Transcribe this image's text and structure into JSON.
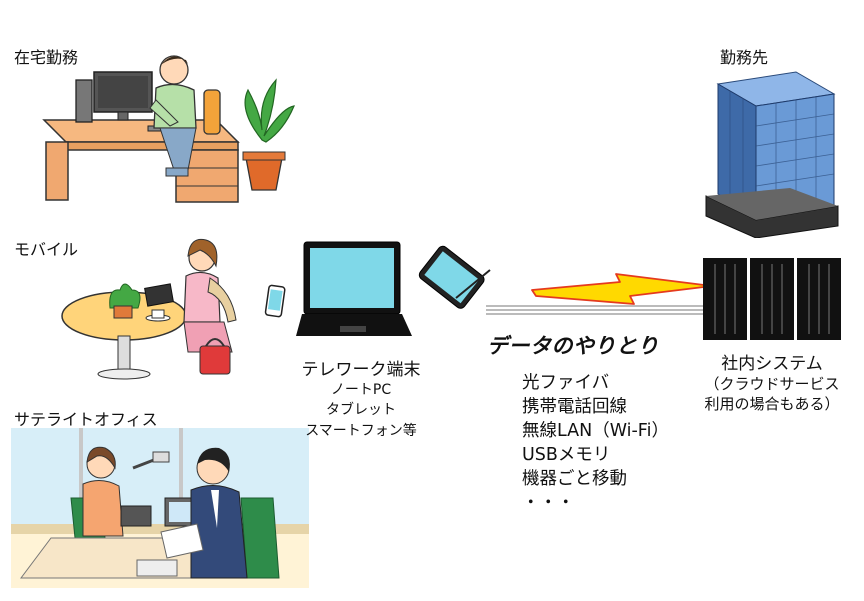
{
  "labels": {
    "home": "在宅勤務",
    "mobile": "モバイル",
    "satellite": "サテライトオフィス",
    "office": "勤務先"
  },
  "terminal": {
    "title": "テレワーク端末",
    "items": [
      "ノートPC",
      "タブレット",
      "スマートフォン等"
    ]
  },
  "exchange": {
    "title": "データのやりとり",
    "methods": [
      "光ファイバ",
      "携帯電話回線",
      "無線LAN（Wi-Fi）",
      "USBメモリ",
      "機器ごと移動",
      "・・・"
    ]
  },
  "system": {
    "title": "社内システム",
    "note": [
      "（クラウドサービス",
      "利用の場合もある）"
    ]
  },
  "colors": {
    "lightning_fill": "#ffd900",
    "lightning_stroke": "#e53a1e",
    "screen": "#7fd8e8",
    "building_glass": "#5b86c4",
    "server": "#111111"
  }
}
